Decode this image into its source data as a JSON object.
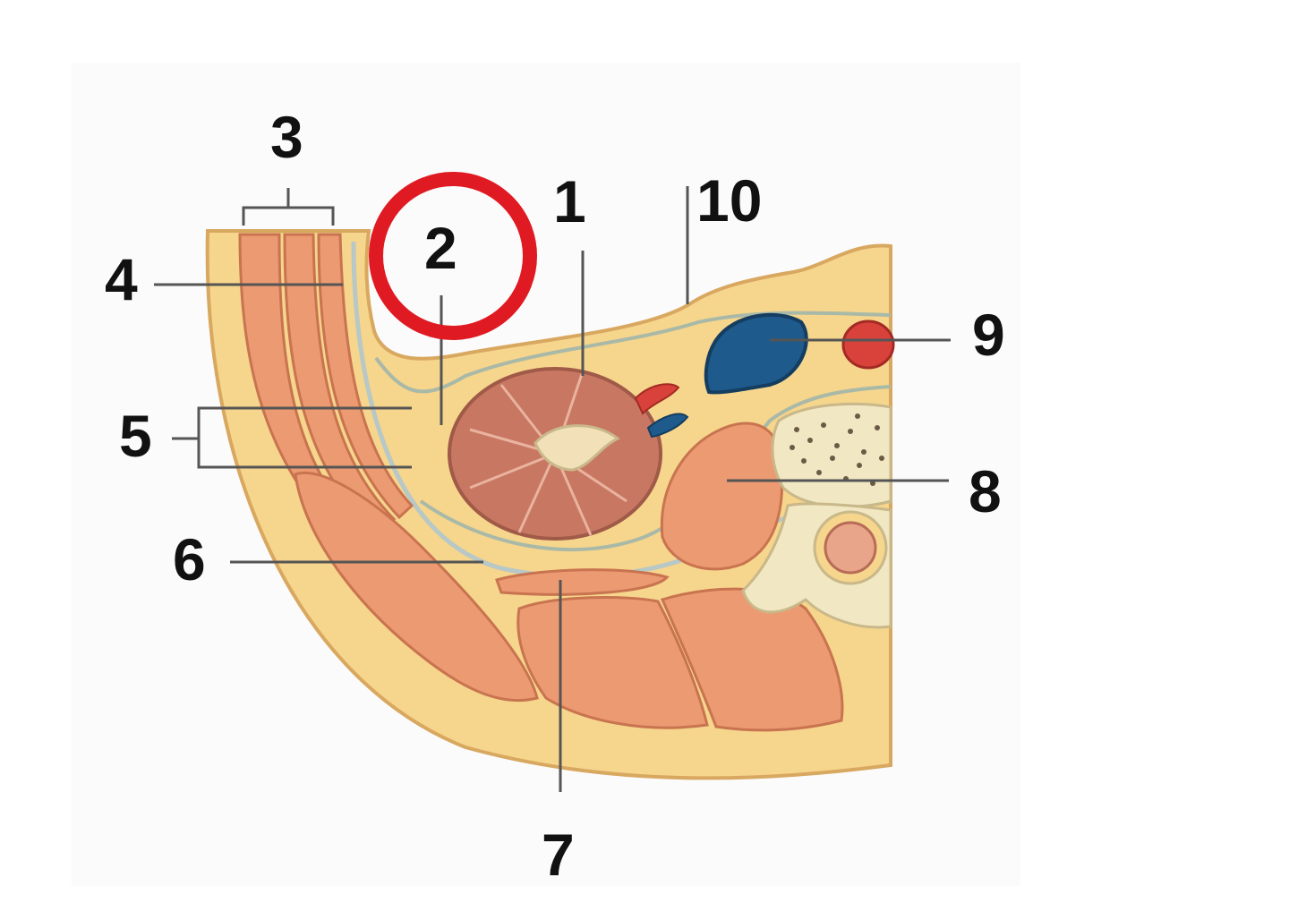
{
  "labels": {
    "l1": "1",
    "l2": "2",
    "l3": "3",
    "l4": "4",
    "l5": "5",
    "l6": "6",
    "l7": "7",
    "l8": "8",
    "l9": "9",
    "l10": "10"
  },
  "highlighted_label": "2",
  "colors": {
    "highlight_ring": "#e01a22",
    "fat": "#f6d58c",
    "muscle": "#ec9a72",
    "kidney": "#c87762",
    "vein": "#1f5a8c",
    "artery": "#d8423a",
    "bone": "#f1e7c2",
    "fascia": "#c6d3d6"
  }
}
